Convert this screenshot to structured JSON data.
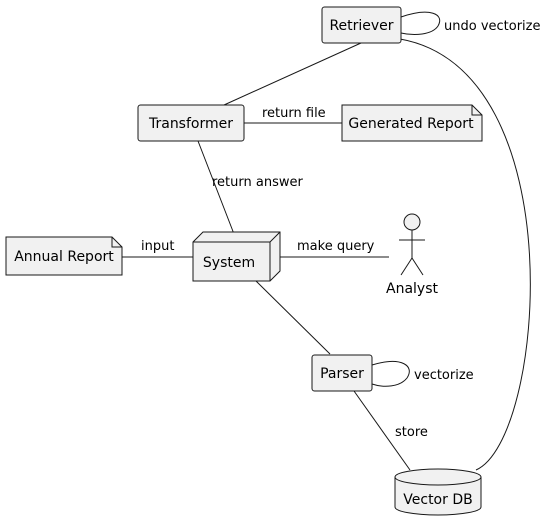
{
  "diagram": {
    "nodes": {
      "retriever": "Retriever",
      "transformer": "Transformer",
      "generated_report": "Generated Report",
      "annual_report": "Annual Report",
      "system": "System",
      "analyst": "Analyst",
      "parser": "Parser",
      "vector_db": "Vector DB"
    },
    "edges": {
      "retriever_self": "undo vectorize",
      "transformer_to_report": "return file",
      "transformer_to_system": "return answer",
      "annual_report_to_system": "input",
      "system_to_analyst": "make query",
      "parser_self": "vectorize",
      "parser_to_db": "store"
    }
  }
}
